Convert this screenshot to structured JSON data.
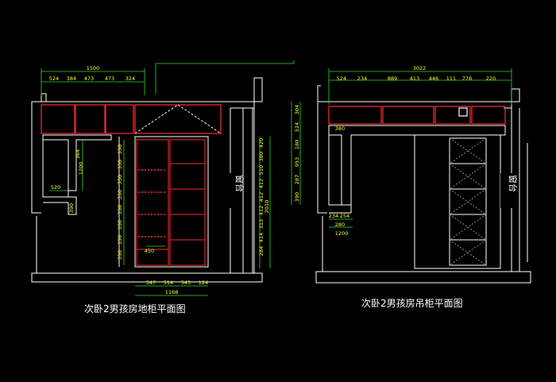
{
  "drawings": [
    {
      "caption": "次卧2男孩房地柜平面图",
      "window_label": "窗台",
      "top_overall": "1500",
      "top_segments": [
        "524",
        "384",
        "473",
        "473",
        "324"
      ],
      "right_dims": [
        "420",
        "380",
        "510",
        "412",
        "412",
        "412",
        "313",
        "414",
        "284",
        "2010"
      ],
      "left_dims": [
        "364",
        "520",
        "390",
        "1200"
      ],
      "inner_dims": [
        "350",
        "350",
        "350",
        "350",
        "350",
        "350",
        "350",
        "350"
      ],
      "drawer_label": "450",
      "bottom_segments": [
        "547",
        "514",
        "543",
        "124"
      ],
      "bottom_overall": "1168"
    },
    {
      "caption": "次卧2男孩房吊柜平面图",
      "window_label": "窗台",
      "top_overall": "3022",
      "top_segments": [
        "524",
        "234",
        "889",
        "413",
        "446",
        "111",
        "778",
        "220"
      ],
      "left_dims": [
        "304",
        "524",
        "180",
        "953",
        "287",
        "390"
      ],
      "inner_label": "380",
      "small_dims": [
        "234",
        "254",
        "280"
      ],
      "bottom_overall": "1200"
    }
  ],
  "colors": {
    "background": "#000000",
    "wall": "#ffffff",
    "cabinet": "#ff2a2a",
    "dimension": "#26e026",
    "dim_text": "#ffff33",
    "outline": "#ffffff"
  }
}
